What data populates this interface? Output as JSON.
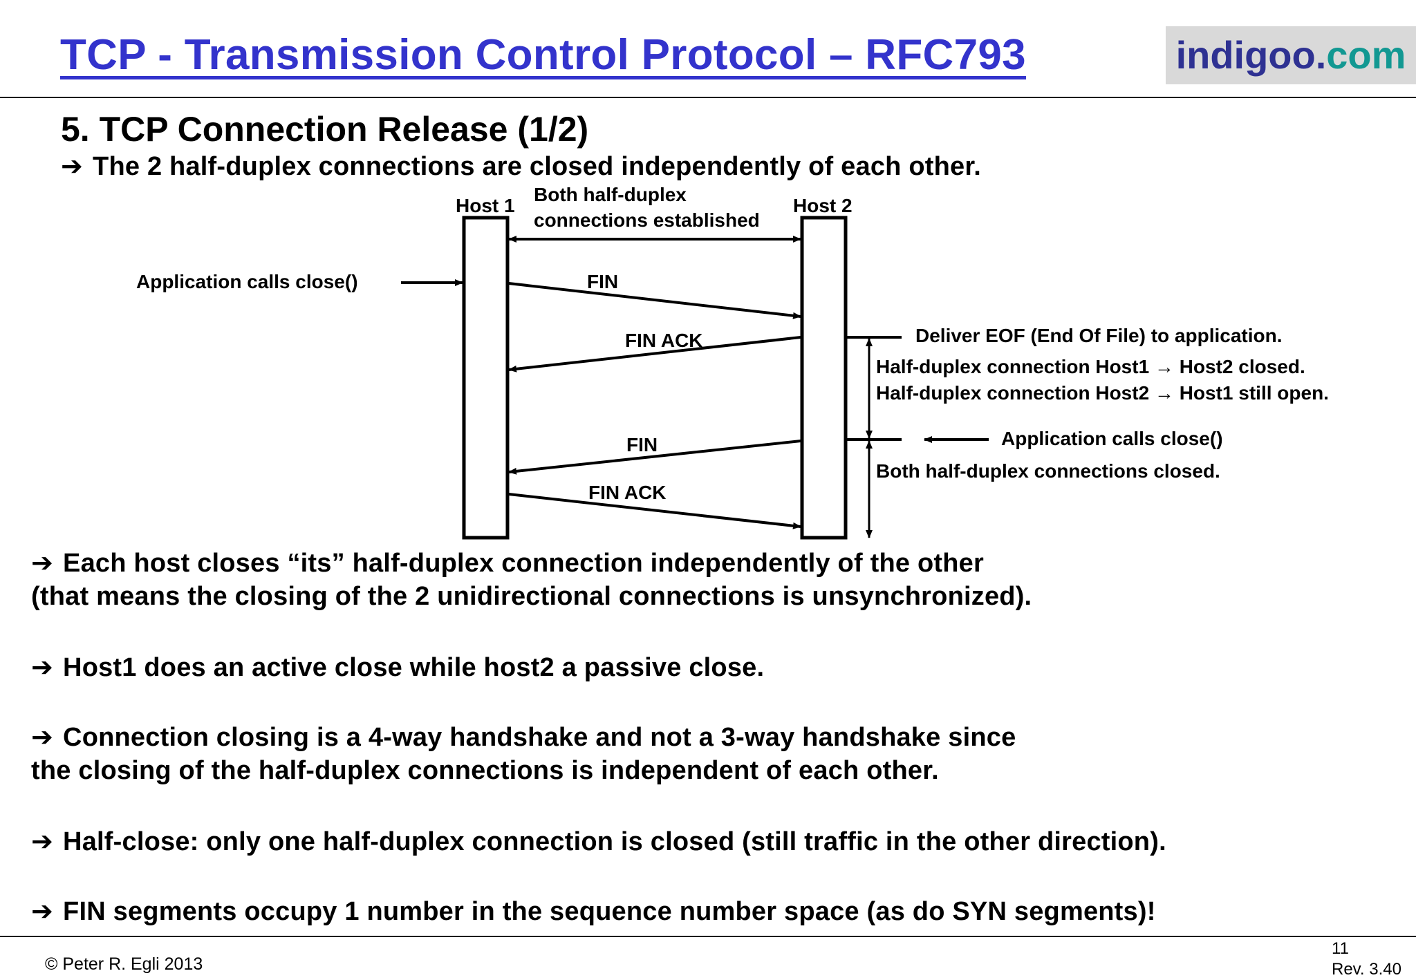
{
  "header": {
    "title": "TCP - Transmission Control Protocol – RFC793",
    "brand_part1": "indigoo",
    "brand_dot": ".",
    "brand_part2": "com"
  },
  "colors": {
    "title": "#3333cc",
    "brand_blue": "#2e3192",
    "brand_teal": "#129892",
    "brand_bg": "#d9d9d9"
  },
  "section_title": "5. TCP Connection Release (1/2)",
  "intro": "The 2 half-duplex connections are closed independently of each other.",
  "arrow_icon": "➔",
  "diagram": {
    "host1": "Host 1",
    "host2": "Host 2",
    "established_line1": "Both half-duplex",
    "established_line2": "connections established",
    "app_close_left": "Application calls close()",
    "fin1": "FIN",
    "finack1": "FIN ACK",
    "fin2": "FIN",
    "finack2": "FIN ACK",
    "deliver_eof": "Deliver EOF (End Of File) to application.",
    "half1": "Half-duplex connection Host1 → Host2 closed.",
    "half2": "Half-duplex connection Host2 → Host1 still open.",
    "app_close_right": "Application calls close()",
    "both_closed": "Both half-duplex connections closed."
  },
  "bullets": {
    "b1_line1": "Each host closes “its” half-duplex connection independently of the other",
    "b1_line2": "(that means the closing of the 2 unidirectional connections is unsynchronized).",
    "b2": "Host1 does an active close while host2 a passive close.",
    "b3_line1": "Connection closing is a 4-way handshake and not a 3-way handshake since",
    "b3_line2": "the closing of the half-duplex connections is independent of each other.",
    "b4": "Half-close: only one half-duplex connection is closed (still traffic in the other direction).",
    "b5": "FIN segments occupy 1 number in the sequence number space (as do SYN segments)!"
  },
  "footer": {
    "copyright": "© Peter R. Egli 2013",
    "page": "11",
    "rev": "Rev. 3.40"
  }
}
